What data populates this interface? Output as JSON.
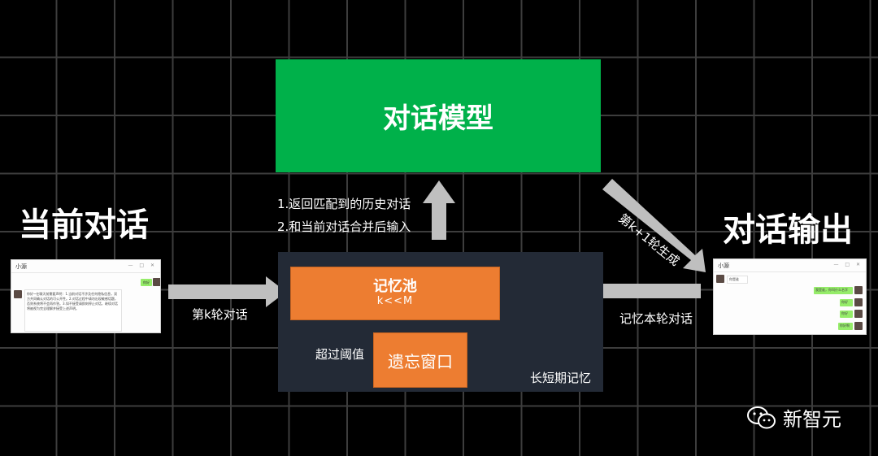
{
  "diagram": {
    "model": "对话模型",
    "current_dialog": "当前对话",
    "dialog_output": "对话输出",
    "return_steps": [
      "1.返回匹配到的历史对话",
      "2.和当前对话合并后输入"
    ],
    "generate_label": "第k+1轮生成",
    "input_label": "第k轮对话",
    "memory_label": "记忆本轮对话",
    "memory_pool": {
      "title": "记忆池",
      "sub": "k<<M"
    },
    "threshold_label": "超过阈值",
    "forget_window": "遗忘窗口",
    "long_short_memory": "长短期记忆"
  },
  "left_window": {
    "title": "小源",
    "bubble": "你好",
    "message": "你好~在聊天前需要声明：1.当前对话不涉及任何隐私信息，双方共同确认对话的可公开性。2.对话过程中请勿出现敏感话题，否则系统将不会再作答。3.如不接受请即刻停止对话，继续对话将被视为完全理解并接受上述声明。"
  },
  "right_window": {
    "title": "小源",
    "messages": [
      "你是谁",
      "我是谁，你叫什么名字",
      "你好",
      "你好",
      "你好啊"
    ]
  },
  "brand": {
    "name": "新智元"
  },
  "colors": {
    "model": "#00b14a",
    "pool": "#ed7d31",
    "panel": "#232a36",
    "arrow": "#bfbfbf"
  }
}
